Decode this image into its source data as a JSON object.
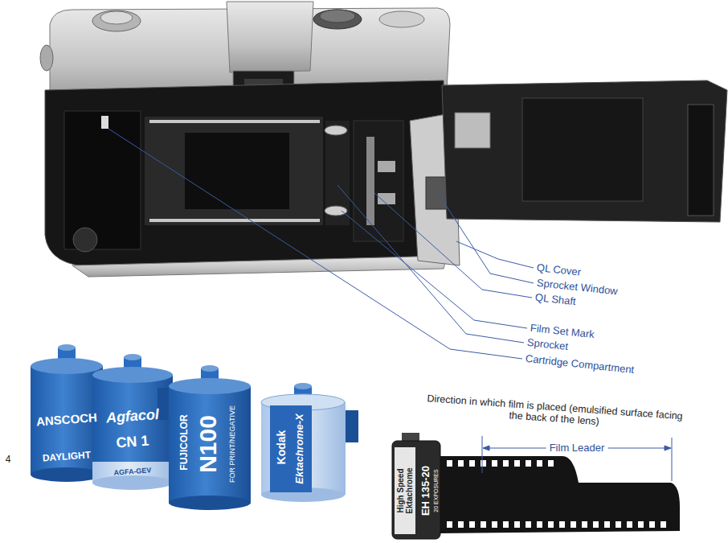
{
  "diagram": {
    "labels": [
      "QL Cover",
      "Sprocket Window",
      "QL Shaft",
      "Film Set Mark",
      "Sprocket",
      "Cartridge Compartment",
      "4",
      "ANSCOCH",
      "DAYLIGHT",
      "Agfacol",
      "CN 1",
      "AGFA-GEV",
      "FUJICOLOR",
      "N100",
      "FOR PRINT/NEGATIVE",
      "Kodak",
      "Ektachrome-X",
      "Direction in which film is placed (emulsified surface facing the back of the lens)",
      "Film Leader",
      "EH 135-20",
      "20 EXPOSURES",
      "High Speed Ektachrome"
    ]
  }
}
